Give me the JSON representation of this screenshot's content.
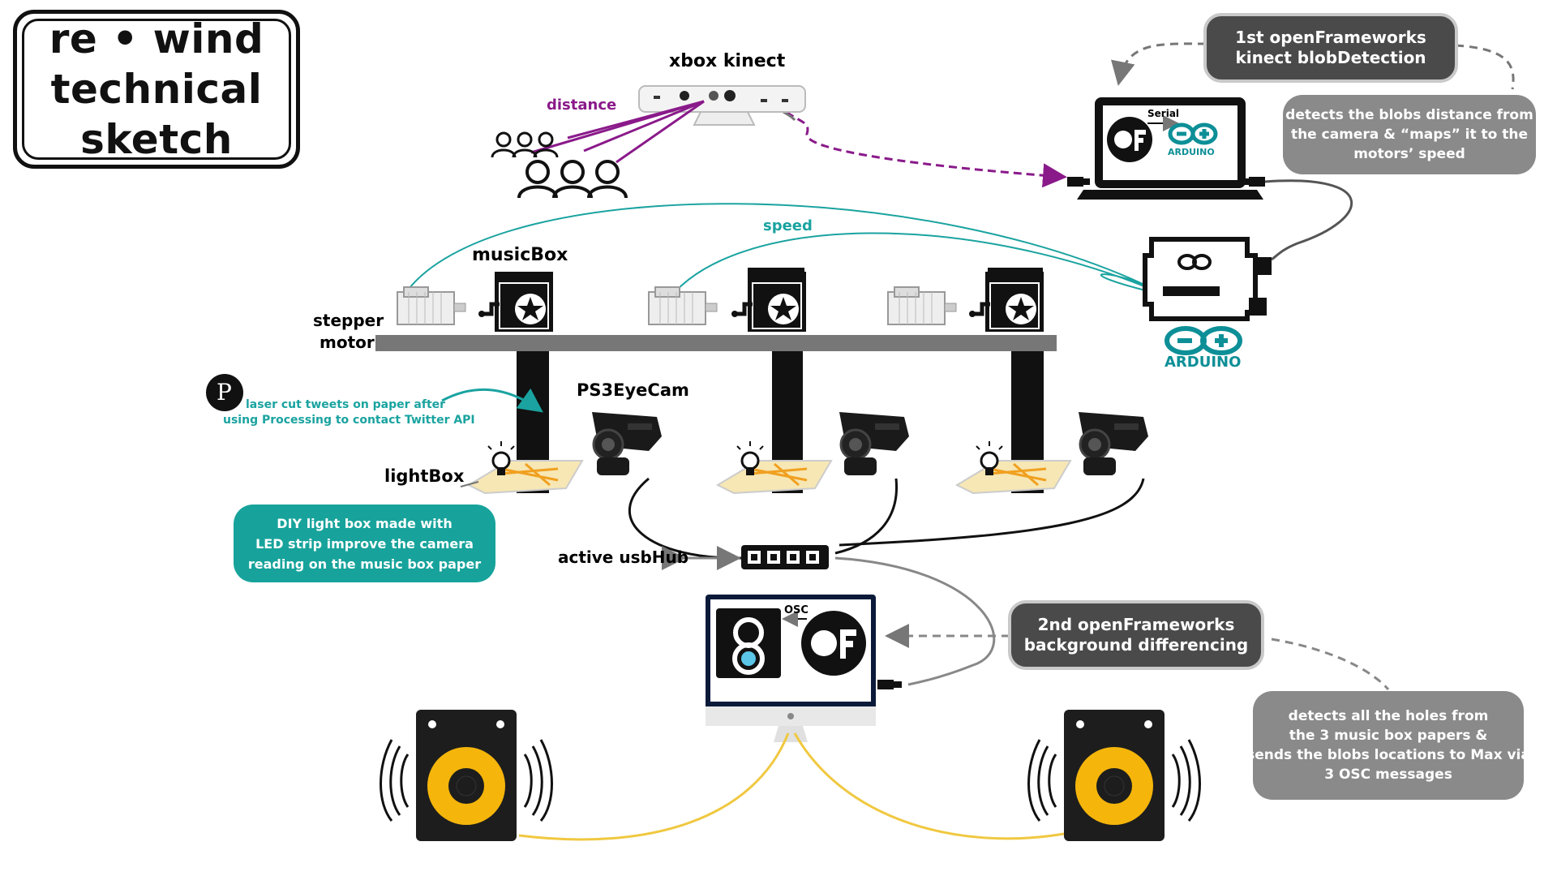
{
  "title": {
    "line1_left": "re",
    "line1_right": "wind",
    "line2": "technical",
    "line3": "sketch"
  },
  "labels": {
    "xbox_kinect": "xbox kinect",
    "distance": "distance",
    "speed": "speed",
    "music_box": "musicBox",
    "stepper_motor_line1": "stepper",
    "stepper_motor_line2": "motor",
    "ps3_eye_cam": "PS3EyeCam",
    "light_box": "lightBox",
    "active_usb_hub": "active usbHub",
    "serial": "Serial",
    "arduino_small": "ARDUINO",
    "arduino_logo": "ARDUINO",
    "osc": "OSC",
    "laser_line1": "laser cut tweets on paper after",
    "laser_line2": "using Processing to contact Twitter API"
  },
  "bubbles": {
    "of1_line1": "1st openFrameworks",
    "of1_line2": "kinect blobDetection",
    "of1_desc_line1": "detects the blobs distance from",
    "of1_desc_line2": "the camera & “maps” it to the",
    "of1_desc_line3": "motors’ speed",
    "of2_line1": "2nd openFrameworks",
    "of2_line2": "background differencing",
    "of2_desc_line1": "detects all the holes from",
    "of2_desc_line2": "the 3 music box papers &",
    "of2_desc_line3": "sends the blobs locations to Max via",
    "of2_desc_line4": "3 OSC messages",
    "light_line1": "DIY light box made with",
    "light_line2": "LED strip improve the camera",
    "light_line3": "reading on the music box paper"
  },
  "colors": {
    "distance": "#8a1a8a",
    "speed": "#1aa3a0",
    "teal_bubble": "#17a39b",
    "dark_bubble": "#4a4a4a",
    "gray_bubble": "#8a8a8a",
    "speaker_cone": "#f5b50a",
    "audio_cable": "#f0c840",
    "arduino": "#0d8f97"
  },
  "icons": [
    "kinect-sensor-icon",
    "people-icon",
    "laptop-icon",
    "openframeworks-logo-icon",
    "arduino-board-icon",
    "arduino-logo-icon",
    "stepper-motor-icon",
    "music-box-icon",
    "star-icon",
    "ps3-eye-camera-icon",
    "light-box-icon",
    "lightbulb-icon",
    "usb-hub-icon",
    "monitor-icon",
    "max-logo-icon",
    "speaker-icon",
    "processing-logo-icon"
  ]
}
